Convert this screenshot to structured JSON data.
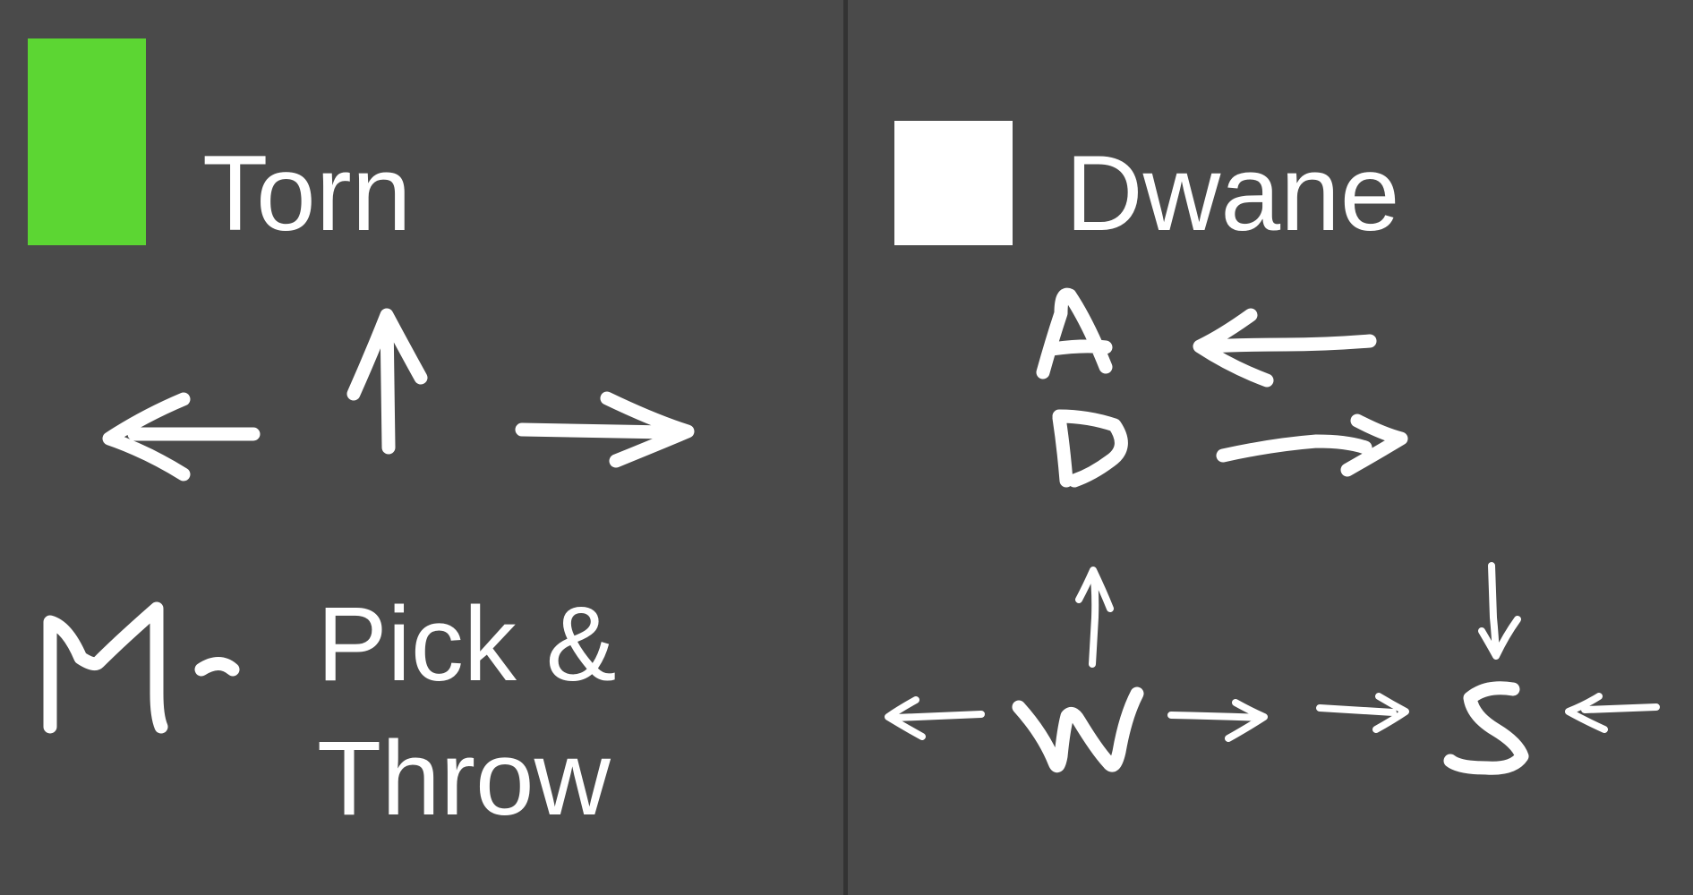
{
  "colors": {
    "background": "#4a4a4a",
    "divider": "#333333",
    "text": "#ffffff"
  },
  "player1": {
    "name": "Torn",
    "swatch_color": "#5cd633",
    "controls_icons": [
      "arrow-left-icon",
      "arrow-up-icon",
      "arrow-right-icon"
    ],
    "action_key": "M",
    "action_separator": "-",
    "action_line1": "Pick &",
    "action_line2": "Throw"
  },
  "player2": {
    "name": "Dwane",
    "swatch_color": "#ffffff",
    "key_a": "A",
    "key_d": "D",
    "key_w": "W",
    "key_s": "S",
    "controls_icons": [
      "arrow-left-icon",
      "arrow-right-icon",
      "arrow-up-icon",
      "arrow-down-icon"
    ]
  }
}
